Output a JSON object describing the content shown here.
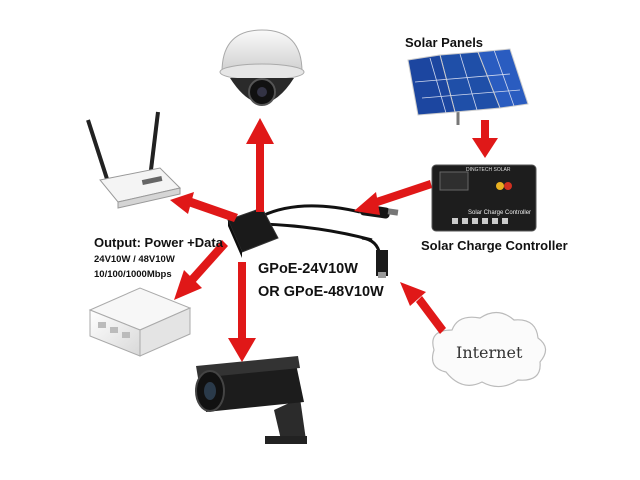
{
  "labels": {
    "solar_panels": "Solar Panels",
    "solar_charge_controller": "Solar Charge Controller",
    "output": "Output: Power +Data",
    "spec_power": "24V10W / 48V10W",
    "spec_speed": "10/100/1000Mbps",
    "model_1": "GPoE-24V10W",
    "model_2": "OR GPoE-48V10W",
    "internet": "Internet",
    "controller_brand": "DINGTECH SOLAR",
    "controller_face": "Solar Charge Controller"
  },
  "devices": [
    "dome-camera",
    "wifi-router",
    "network-switch",
    "bullet-camera",
    "solar-panels",
    "solar-charge-controller",
    "internet-cloud",
    "poe-injector"
  ],
  "colors": {
    "arrow": "#e01818",
    "device_body": "#1a1a1a",
    "panel_blue": "#1f4fa8"
  }
}
